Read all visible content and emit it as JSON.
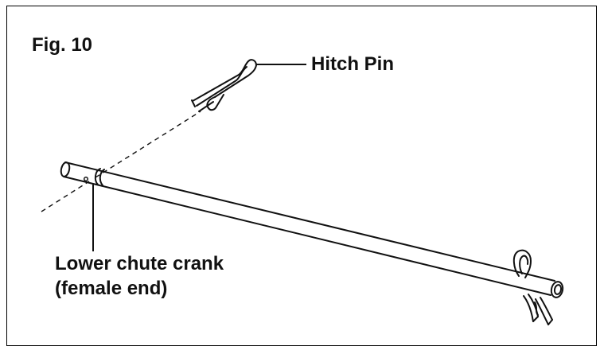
{
  "figure": {
    "title": "Fig. 10"
  },
  "labels": {
    "hitch_pin": "Hitch Pin",
    "crank_line1": "Lower chute crank",
    "crank_line2": "(female end)"
  },
  "parts": {
    "hitch_pin_icon": "hitch-pin-clip",
    "crank_rod_icon": "rod-with-bore",
    "installed_pin_icon": "hitch-pin-clip"
  },
  "colors": {
    "line": "#111111",
    "background": "#ffffff"
  }
}
